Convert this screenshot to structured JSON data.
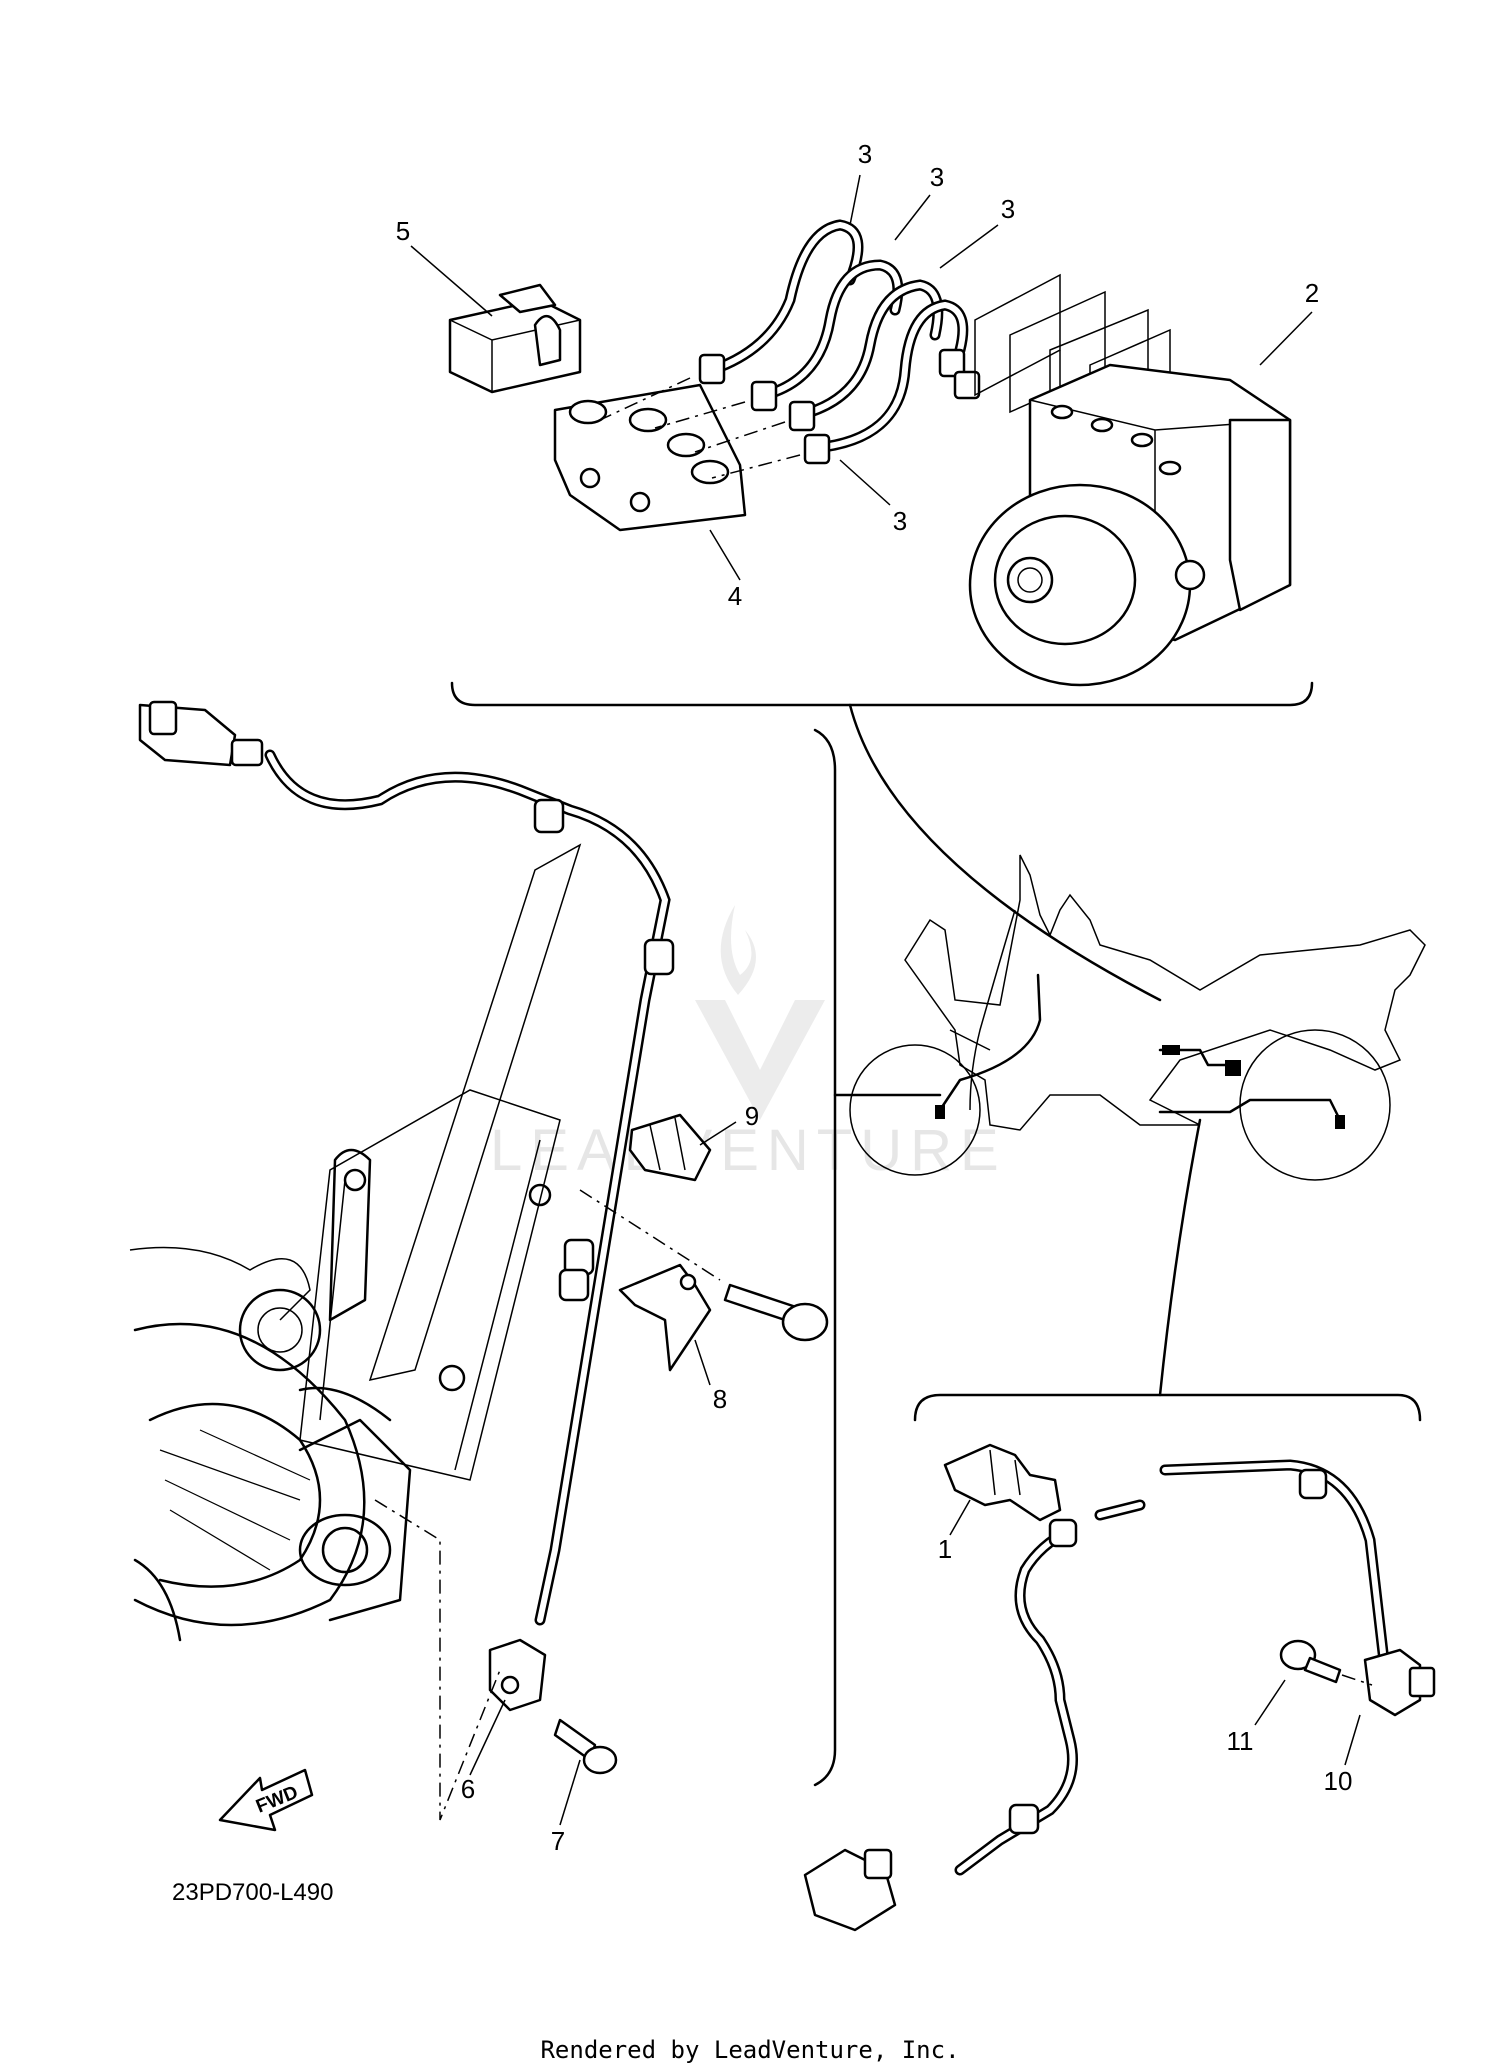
{
  "callouts": {
    "n1": "1",
    "n2": "2",
    "n3a": "3",
    "n3b": "3",
    "n3c": "3",
    "n3d": "3",
    "n4": "4",
    "n5": "5",
    "n6": "6",
    "n7": "7",
    "n8": "8",
    "n9": "9",
    "n10": "10",
    "n11": "11"
  },
  "fwd_label": "FWD",
  "diagram_code": "23PD700-L490",
  "footer_credit": "Rendered by LeadVenture, Inc.",
  "watermark": "LEADVENTURE"
}
